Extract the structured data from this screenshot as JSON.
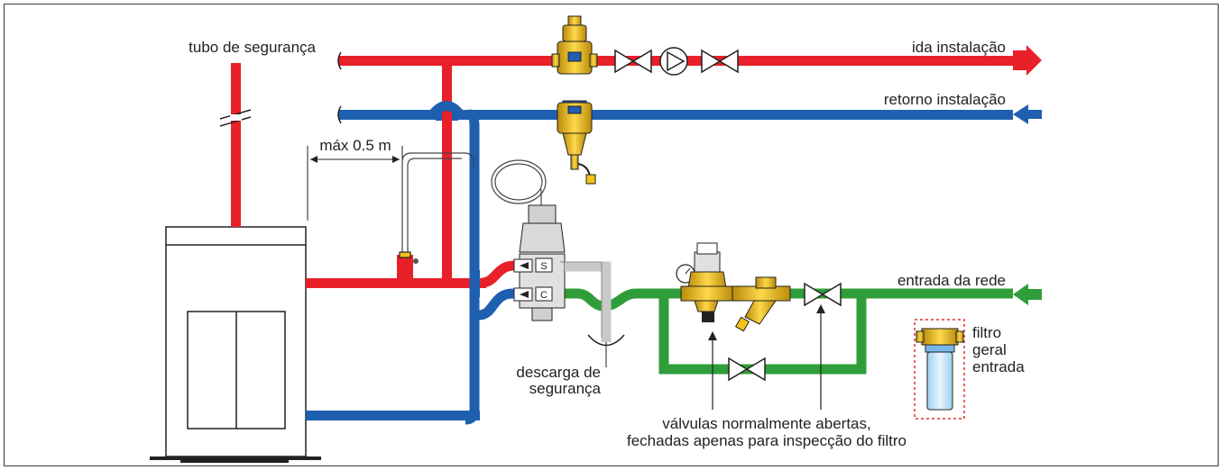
{
  "labels": {
    "safety_pipe": "tubo de segurança",
    "supply": "ida instalação",
    "return": "retorno instalação",
    "max_distance": "máx 0.5 m",
    "mains_inlet": "entrada da rede",
    "safety_discharge_1": "descarga de",
    "safety_discharge_2": "segurança",
    "filter_1": "filtro",
    "filter_2": "geral",
    "filter_3": "entrada",
    "valves_note_1": "válvulas normalmente abertas,",
    "valves_note_2": "fechadas apenas para inspecção do filtro",
    "valve_s": "S",
    "valve_c": "C"
  },
  "colors": {
    "hot": "#e8202a",
    "cold": "#1e5fb0",
    "mains": "#2f9e3a",
    "brass": "#f2c21b",
    "grey": "#c9c9c9",
    "outline": "#222222",
    "filter_border": "#e03030"
  }
}
